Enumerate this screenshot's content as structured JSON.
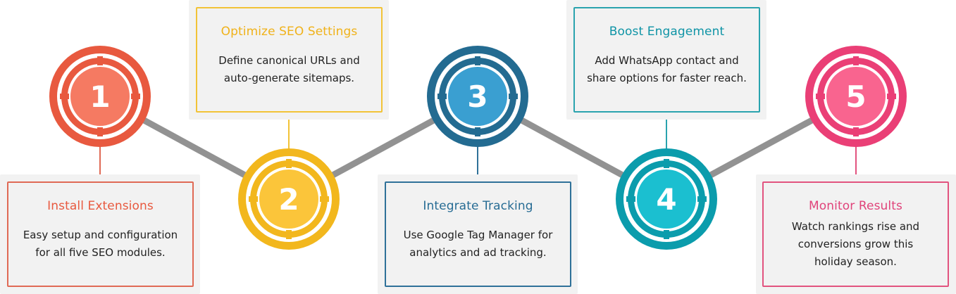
{
  "steps": [
    {
      "number": "1",
      "title": "Install Extensions",
      "description": "Easy setup and configuration for all five SEO modules.",
      "color": "#e8593f",
      "inner": "#f57a62",
      "cardBorder": "#e06a55",
      "titleColor": "#e8593f"
    },
    {
      "number": "2",
      "title": "Optimize SEO Settings",
      "description": "Define canonical URLs and auto-generate sitemaps.",
      "color": "#f2b71d",
      "inner": "#fbc53a",
      "cardBorder": "#f2c337",
      "titleColor": "#f0b21a"
    },
    {
      "number": "3",
      "title": "Integrate Tracking",
      "description": "Use Google Tag Manager for analytics and ad tracking.",
      "color": "#236b91",
      "inner": "#3a9fd1",
      "cardBorder": "#2f7199",
      "titleColor": "#276c94"
    },
    {
      "number": "4",
      "title": "Boost Engagement",
      "description": "Add WhatsApp contact and share options for faster reach.",
      "color": "#0b9cac",
      "inner": "#1bbfd0",
      "cardBorder": "#2aa3ae",
      "titleColor": "#0f94a6"
    },
    {
      "number": "5",
      "title": "Monitor Results",
      "description": "Watch rankings rise and conversions grow this holiday season.",
      "color": "#ea3f76",
      "inner": "#f9648f",
      "cardBorder": "#e2537f",
      "titleColor": "#e0437a"
    }
  ],
  "connectorColor": "#929292"
}
